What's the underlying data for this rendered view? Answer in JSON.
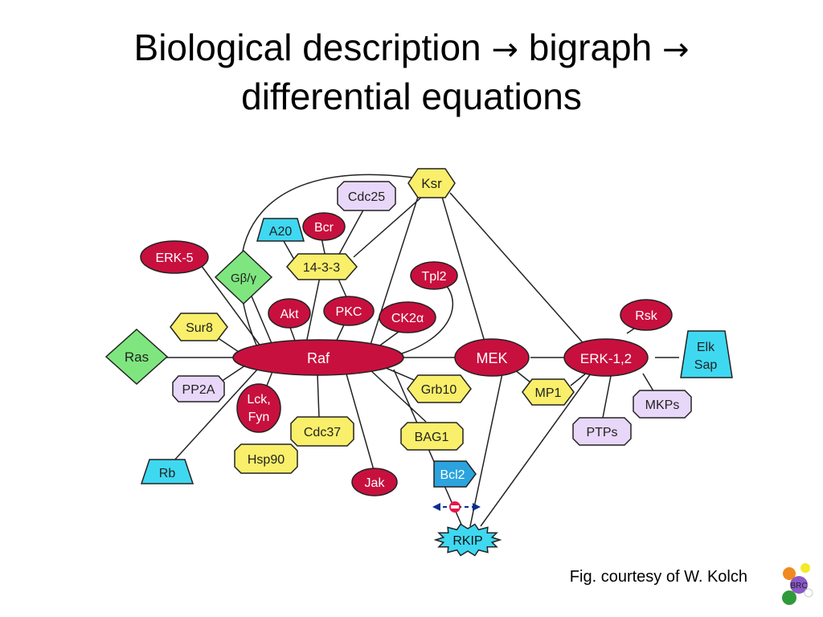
{
  "slide": {
    "title_part1": "Biological description",
    "title_part2": "bigraph",
    "title_part3": "differential equations",
    "arrow": "→",
    "caption": "Fig. courtesy of W. Kolch",
    "logo_text": "BRC"
  },
  "colors": {
    "crimson": "#c8103e",
    "yellow": "#f9ef6a",
    "cyan": "#3fd8f1",
    "green": "#7fe67f",
    "lavender": "#e8d7f8",
    "blue": "#2aa3de",
    "edge": "#222222"
  },
  "nodes": {
    "raf": "Raf",
    "mek": "MEK",
    "erk12": "ERK-1,2",
    "ksr": "Ksr",
    "cdc25": "Cdc25",
    "a20": "A20",
    "bcr": "Bcr",
    "erk5": "ERK-5",
    "gbg": "Gβ/γ",
    "g1433": "14-3-3",
    "tpl2": "Tpl2",
    "akt": "Akt",
    "pkc": "PKC",
    "ck2a": "CK2α",
    "rsk": "Rsk",
    "sur8": "Sur8",
    "ras": "Ras",
    "elksap_1": "Elk",
    "elksap_2": "Sap",
    "pp2a": "PP2A",
    "grb10": "Grb10",
    "mp1": "MP1",
    "mkps": "MKPs",
    "lckfyn_1": "Lck,",
    "lckfyn_2": "Fyn",
    "cdc37": "Cdc37",
    "bag1": "BAG1",
    "ptps": "PTPs",
    "hsp90": "Hsp90",
    "rb": "Rb",
    "bcl2": "Bcl2",
    "jak": "Jak",
    "rkip": "RKIP"
  }
}
